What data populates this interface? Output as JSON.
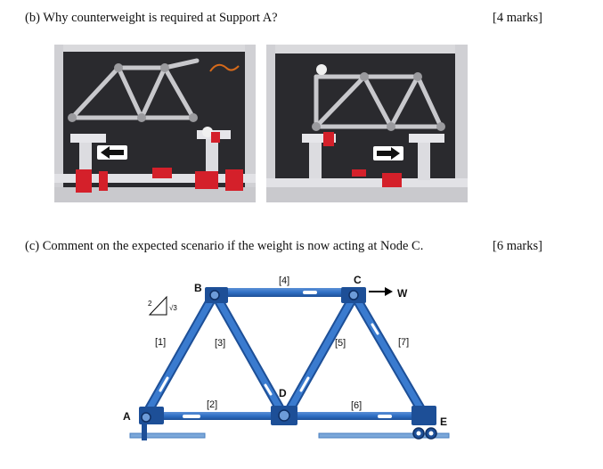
{
  "question_b": {
    "text": "(b)  Why counterweight is required at Support A?",
    "marks": "[4 marks]"
  },
  "question_c": {
    "text": "(c)  Comment on the expected scenario if the weight is now acting at Node C.",
    "marks": "[6 marks]"
  },
  "truss": {
    "nodes": {
      "A": "A",
      "B": "B",
      "C": "C",
      "D": "D",
      "E": "E"
    },
    "members": [
      "[1]",
      "[2]",
      "[3]",
      "[4]",
      "[5]",
      "[6]",
      "[7]"
    ],
    "load_label": "W",
    "slope_rise": "√3",
    "slope_run": "2",
    "colors": {
      "member": "#2f6fc4",
      "member_dark": "#1d4f97",
      "support": "#7ba7d9"
    }
  }
}
